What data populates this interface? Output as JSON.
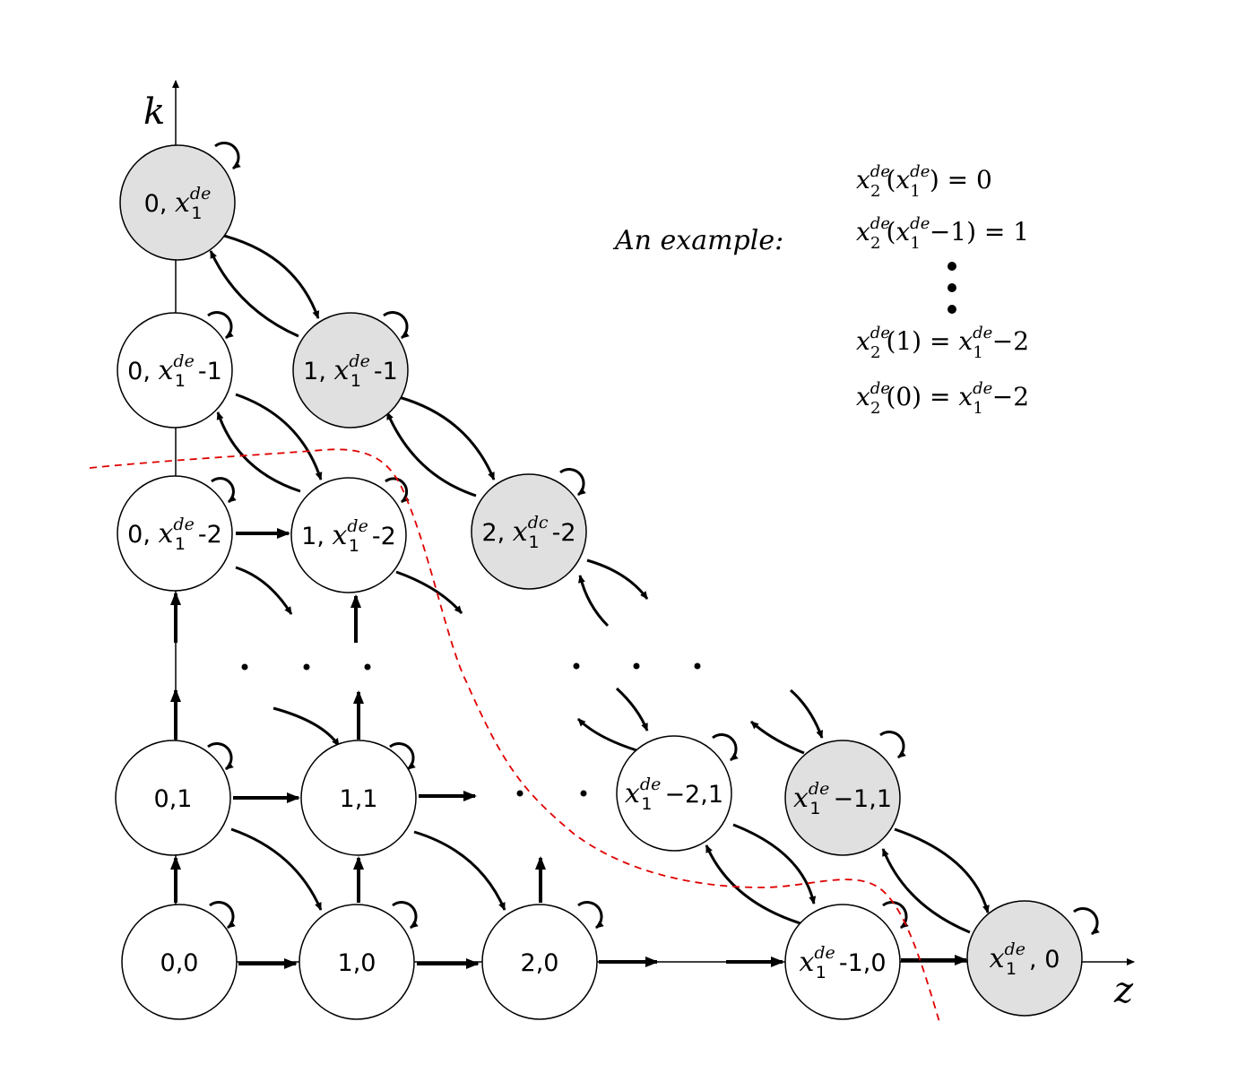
{
  "axes": {
    "k_label": "k",
    "z_label": "z"
  },
  "legend": {
    "intro": "An example:",
    "equations": [
      {
        "lhs": "x",
        "lhs_sub": "2",
        "lhs_sup": "de",
        "arg": "(x",
        "arg_sub": "1",
        "arg_sup": "de",
        "arg_tail": ")",
        "rhs": "= 0"
      },
      {
        "lhs": "x",
        "lhs_sub": "2",
        "lhs_sup": "de",
        "arg": "(x",
        "arg_sub": "1",
        "arg_sup": "de",
        "arg_tail": "−1)",
        "rhs": "= 1"
      },
      {
        "lhs": "x",
        "lhs_sub": "2",
        "lhs_sup": "de",
        "arg": "(1)",
        "rhs_x": "= x",
        "rhs_sub": "1",
        "rhs_sup": "de",
        "rhs_tail": "−2"
      },
      {
        "lhs": "x",
        "lhs_sub": "2",
        "lhs_sup": "de",
        "arg": "(0)",
        "rhs_x": "= x",
        "rhs_sub": "1",
        "rhs_sup": "de",
        "rhs_tail": "−2"
      }
    ]
  },
  "nodes": [
    {
      "id": "n00",
      "text": "0,0",
      "shaded": false
    },
    {
      "id": "n10",
      "text": "1,0",
      "shaded": false
    },
    {
      "id": "n20",
      "text": "2,0",
      "shaded": false
    },
    {
      "id": "n01",
      "text": "0,1",
      "shaded": false
    },
    {
      "id": "n11",
      "text": "1,1",
      "shaded": false
    },
    {
      "id": "nx1m1_0",
      "pre": "x",
      "sub": "1",
      "sup": "de",
      "post": "-1,0",
      "shaded": false
    },
    {
      "id": "nx1_0",
      "pre": "x",
      "sub": "1",
      "sup": "de",
      "post": ", 0",
      "shaded": true
    },
    {
      "id": "nx1m2_1",
      "pre": "x",
      "sub": "1",
      "sup": "de",
      "post": "−2,1",
      "shaded": false
    },
    {
      "id": "nx1m1_1",
      "pre": "x",
      "sub": "1",
      "sup": "de",
      "post": "−1,1",
      "shaded": true
    },
    {
      "id": "n0_x1",
      "pre": "0, x",
      "sub": "1",
      "sup": "de",
      "post": "",
      "shaded": true
    },
    {
      "id": "n0_x1m1",
      "pre": "0, x",
      "sub": "1",
      "sup": "de",
      "post": "-1",
      "shaded": false
    },
    {
      "id": "n1_x1m1",
      "pre": "1, x",
      "sub": "1",
      "sup": "de",
      "post": "-1",
      "shaded": true
    },
    {
      "id": "n0_x1m2",
      "pre": "0, x",
      "sub": "1",
      "sup": "de",
      "post": "-2",
      "shaded": false
    },
    {
      "id": "n1_x1m2",
      "pre": "1, x",
      "sub": "1",
      "sup": "de",
      "post": "-2",
      "shaded": false
    },
    {
      "id": "n2_x1m2",
      "pre": "2, x",
      "sub": "1",
      "sup": "dc",
      "post": "-2",
      "shaded": true
    }
  ],
  "colors": {
    "shaded_fill": "#e0e0e0",
    "plain_fill": "#ffffff",
    "boundary": "#e00000",
    "ink": "#000000"
  }
}
